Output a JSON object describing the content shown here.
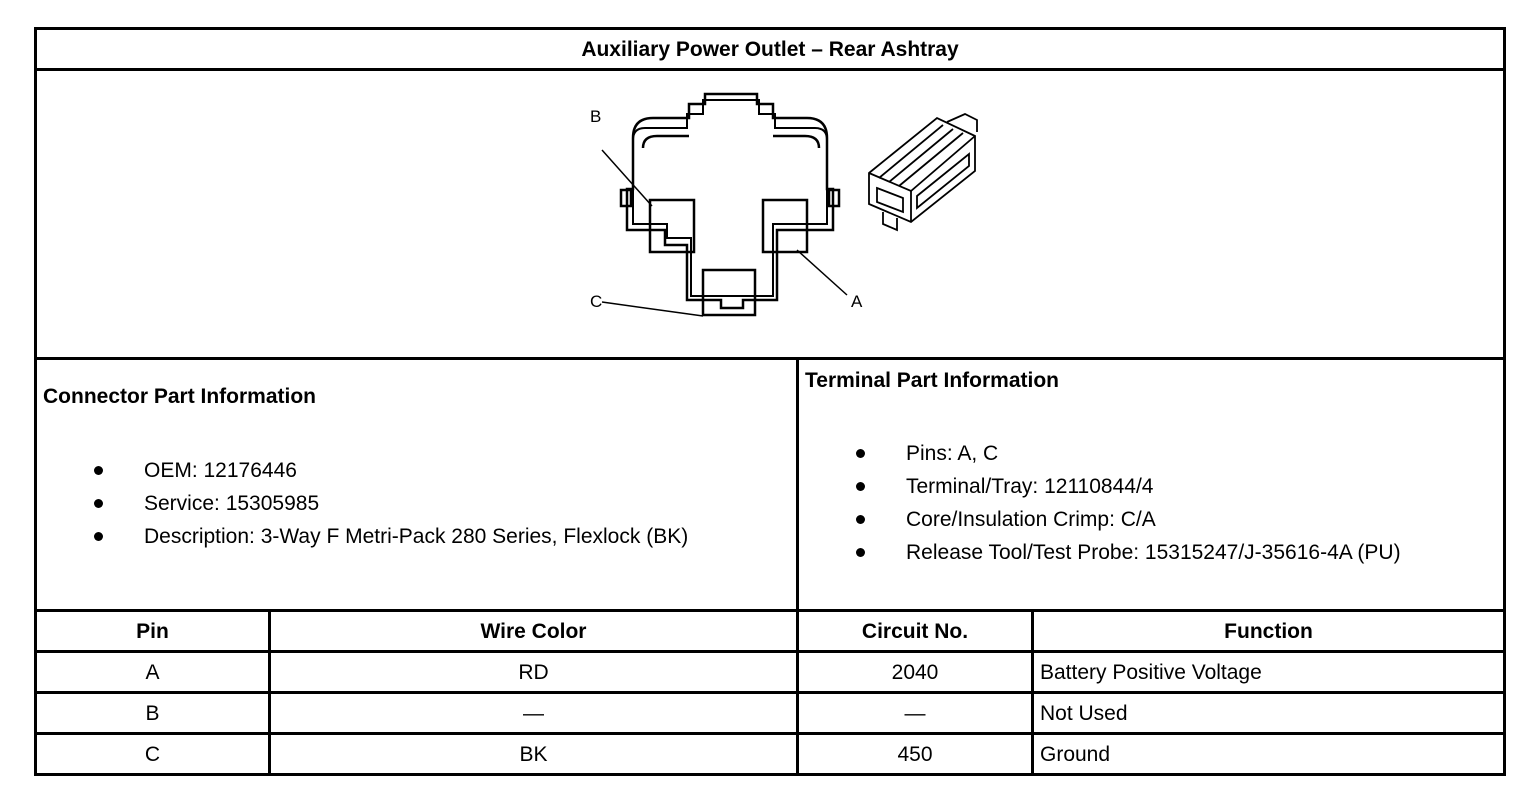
{
  "title": "Auxiliary Power Outlet – Rear Ashtray",
  "figure": {
    "callouts": {
      "a": "A",
      "b": "B",
      "c": "C"
    },
    "connector_icon": "connector-housing-icon",
    "line_color": "#000000"
  },
  "connector_info": {
    "heading": "Connector Part Information",
    "items": [
      "OEM: 12176446",
      "Service: 15305985",
      "Description: 3-Way F Metri-Pack 280 Series, Flexlock (BK)"
    ]
  },
  "terminal_info": {
    "heading": "Terminal Part Information",
    "items": [
      "Pins: A, C",
      "Terminal/Tray: 12110844/4",
      "Core/Insulation Crimp: C/A",
      "Release Tool/Test Probe: 15315247/J-35616-4A (PU)"
    ]
  },
  "table": {
    "headers": [
      "Pin",
      "Wire Color",
      "Circuit No.",
      "Function"
    ],
    "rows": [
      [
        "A",
        "RD",
        "2040",
        "Battery Positive Voltage"
      ],
      [
        "B",
        "—",
        "—",
        "Not Used"
      ],
      [
        "C",
        "BK",
        "450",
        "Ground"
      ]
    ]
  }
}
